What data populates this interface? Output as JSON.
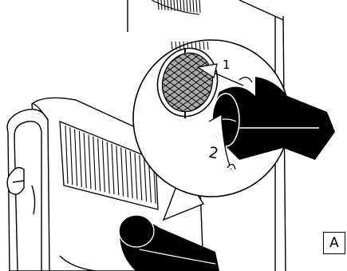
{
  "callouts": {
    "step_1": "1",
    "step_2": "2"
  },
  "figure_label": "A",
  "colors": {
    "ink": "#000000",
    "filter_fill": "#a9a9a9",
    "background": "#ffffff"
  }
}
